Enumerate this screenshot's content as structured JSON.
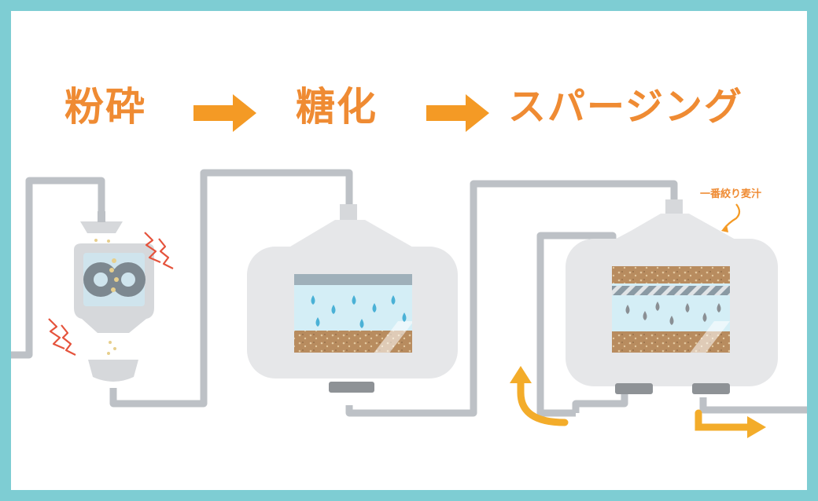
{
  "steps": [
    {
      "label": "粉砕"
    },
    {
      "label": "糖化"
    },
    {
      "label": "スパージング"
    }
  ],
  "annotation": "一番絞り麦汁",
  "colors": {
    "border": "#7ecdd3",
    "accent_text": "#ef8b33",
    "arrow_header": "#f49a25",
    "flow_arrow": "#f3ac2a",
    "pipe": "#bdc1c6",
    "tank": "#e6e7e9",
    "water": "#d4eef6",
    "drop": "#4ab1d6",
    "malt": "#b88c5f",
    "gear": "#7d8890",
    "zigzag": "#e5533c"
  },
  "icons": [
    "right-arrow-icon",
    "gear-icon",
    "water-drop-icon",
    "flow-arrow-icon",
    "curved-arrow-icon"
  ]
}
